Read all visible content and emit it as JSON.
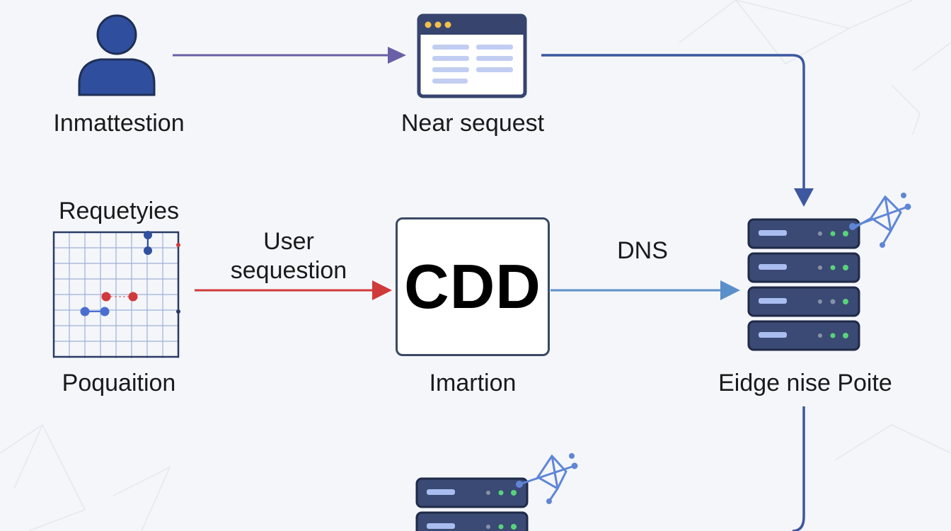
{
  "nodes": {
    "user": {
      "label": "Inmattestion",
      "icon": "user-icon"
    },
    "browser": {
      "label": "Near sequest",
      "icon": "browser-window-icon"
    },
    "chart": {
      "title": "Requetyies",
      "caption": "Poquaition",
      "icon": "grid-chart-icon"
    },
    "cdd": {
      "text": "CDD",
      "caption": "Imartion"
    },
    "edge_server": {
      "label": "Eidge nise Poite",
      "icon": "server-rack-icon"
    },
    "lower_server": {
      "icon": "server-rack-icon"
    }
  },
  "edges": {
    "chart_to_cdd": {
      "label_line1": "User",
      "label_line2": "sequestion",
      "color": "#d03a3a"
    },
    "cdd_to_server": {
      "label": "DNS",
      "color": "#5b8fc9"
    },
    "user_to_browser": {
      "color": "#6a5fa6"
    },
    "browser_to_server": {
      "color": "#3d57a0"
    }
  },
  "colors": {
    "icon_blue": "#2f4f9e",
    "server_dark": "#3b4a74",
    "server_light": "#a9bdf0",
    "led_green": "#58d37a",
    "led_grey": "#8792a8",
    "antenna": "#5f86d6",
    "background": "#f4f6fa"
  }
}
